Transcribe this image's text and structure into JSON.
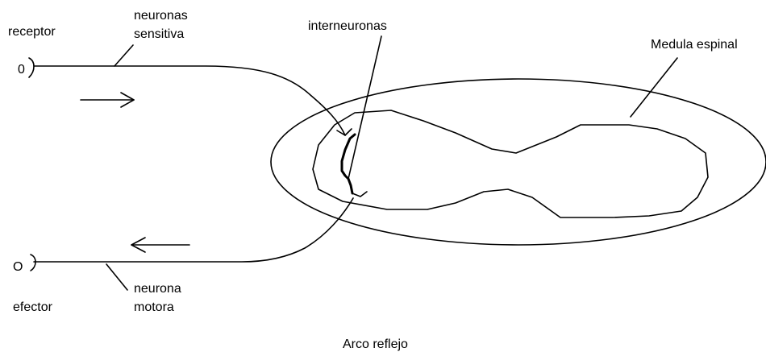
{
  "diagram": {
    "labels": {
      "receptor": "receptor",
      "neuronas_line1": "neuronas",
      "neuronas_line2": "sensitiva",
      "interneuronas": "interneuronas",
      "medula": "Medula espinal",
      "efector": "efector",
      "motora_line1": "neurona",
      "motora_line2": "motora",
      "caption": "Arco reflejo",
      "receptor_symbol": "0",
      "efector_symbol": "O"
    },
    "colors": {
      "line": "#000000",
      "background": "#ffffff"
    },
    "arrows": {
      "upper": "right",
      "lower": "left"
    }
  }
}
